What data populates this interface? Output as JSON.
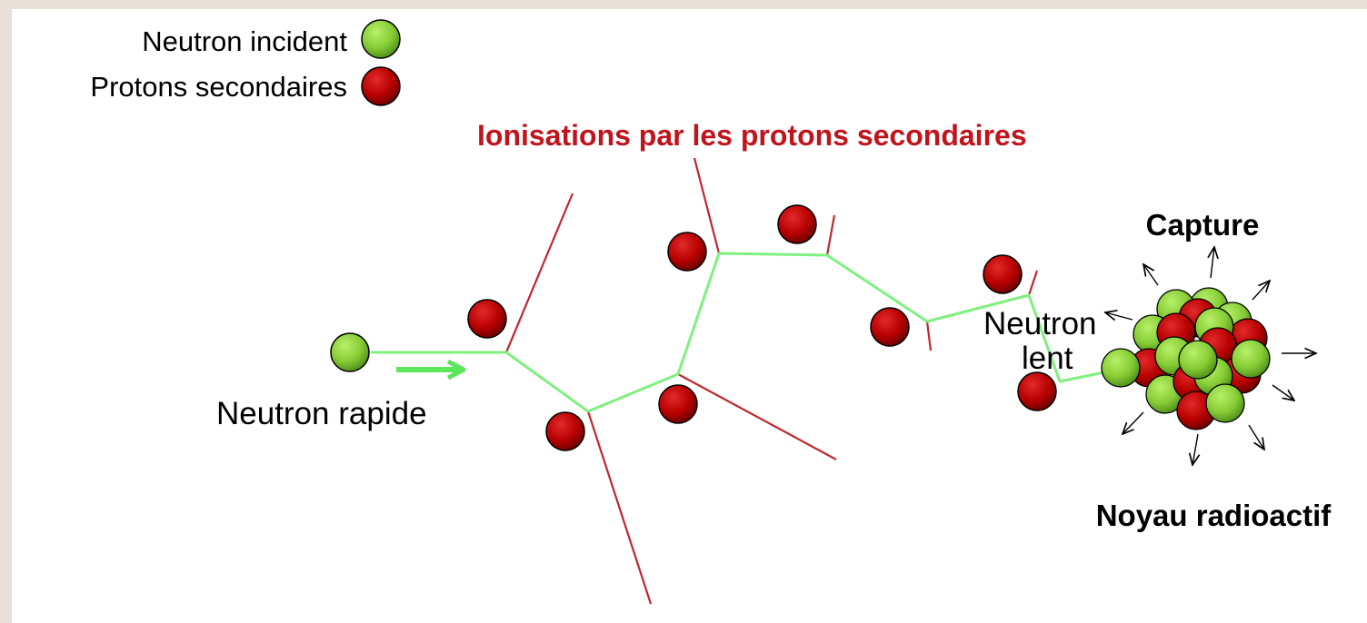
{
  "legend": {
    "incident_label": "Neutron incident",
    "secondary_label": "Protons secondaires"
  },
  "labels": {
    "ionisations": "Ionisations par les protons secondaires",
    "capture": "Capture",
    "neutron_lent_line1": "Neutron",
    "neutron_lent_line2": "lent",
    "neutron_rapide": "Neutron rapide",
    "noyau": "Noyau radioactif"
  },
  "colors": {
    "neutron": "#8fd13a",
    "proton": "#c40000",
    "neutron_path": "#7ff07f",
    "proton_track": "#c0272d",
    "ionisation_text": "#c0141c"
  }
}
